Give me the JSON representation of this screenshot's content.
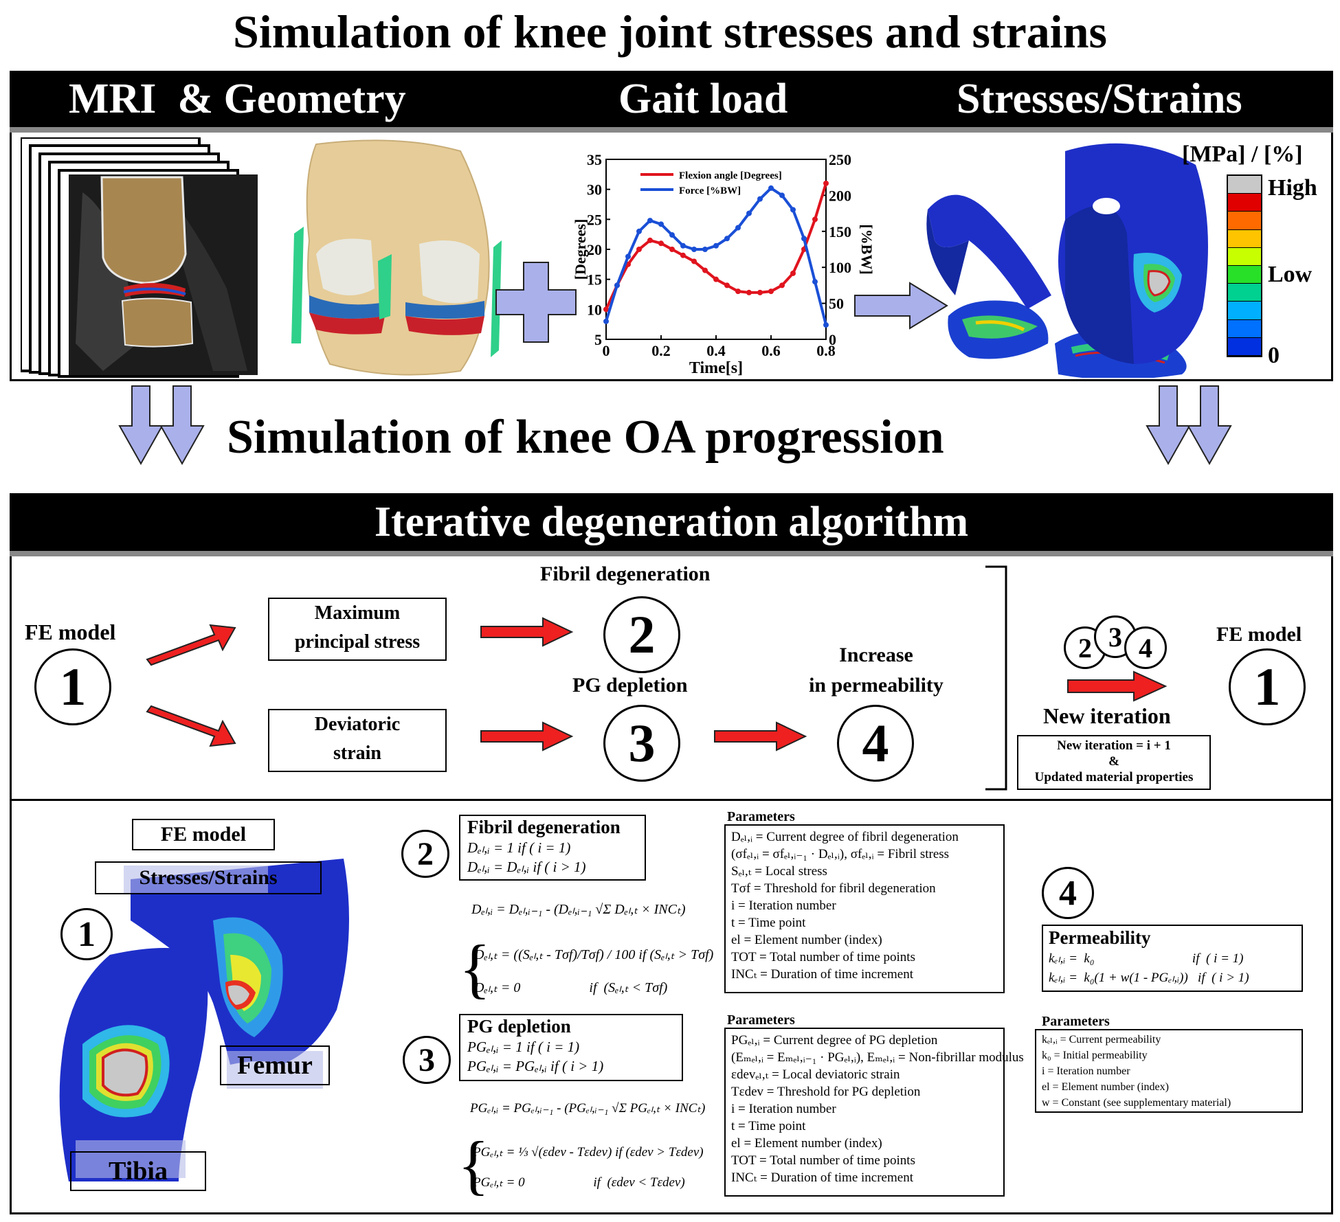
{
  "main_title": "Simulation of knee joint stresses and strains",
  "top_section": {
    "headers": [
      "MRI  & Geometry",
      "Gait load",
      "Stresses/Strains"
    ],
    "chart_data": {
      "type": "line",
      "xlabel": "Time[s]",
      "ylabel_left": "[Degrees]",
      "ylabel_right": "[%BW]",
      "x_ticks": [
        "0",
        "0.2",
        "0.4",
        "0.6",
        "0.8"
      ],
      "y_left_ticks": [
        "5",
        "10",
        "15",
        "20",
        "25",
        "30",
        "35"
      ],
      "y_right_ticks": [
        "0",
        "50",
        "100",
        "150",
        "200",
        "250"
      ],
      "xlim": [
        0,
        0.8
      ],
      "ylim_left": [
        5,
        35
      ],
      "ylim_right": [
        0,
        250
      ],
      "series": [
        {
          "name": "Flexion angle [Degrees]",
          "axis": "left",
          "color": "#e0141e",
          "x": [
            0,
            0.04,
            0.08,
            0.12,
            0.16,
            0.2,
            0.24,
            0.28,
            0.32,
            0.36,
            0.4,
            0.44,
            0.48,
            0.52,
            0.56,
            0.6,
            0.64,
            0.68,
            0.72,
            0.76,
            0.8
          ],
          "y": [
            10,
            14,
            17.5,
            20,
            21.5,
            21,
            20,
            19,
            18,
            16.5,
            15,
            14,
            13,
            12.8,
            12.8,
            13,
            14,
            16,
            20,
            25,
            31
          ]
        },
        {
          "name": "Force [%BW]",
          "axis": "right",
          "color": "#1a4fd6",
          "x": [
            0,
            0.04,
            0.08,
            0.12,
            0.16,
            0.2,
            0.24,
            0.28,
            0.32,
            0.36,
            0.4,
            0.44,
            0.48,
            0.52,
            0.56,
            0.6,
            0.64,
            0.68,
            0.72,
            0.76,
            0.8
          ],
          "y": [
            25,
            75,
            115,
            150,
            165,
            160,
            145,
            130,
            125,
            125,
            130,
            140,
            155,
            175,
            195,
            210,
            200,
            180,
            140,
            80,
            20
          ]
        }
      ]
    },
    "colorbar": {
      "units": "[MPa] / [%]",
      "high": "High",
      "low": "Low",
      "zero": "0",
      "colors": [
        "#c8c8c8",
        "#e00000",
        "#ff6a00",
        "#ffc400",
        "#c8ff00",
        "#28e028",
        "#00d090",
        "#00b0ff",
        "#0070ff",
        "#0030e0"
      ]
    }
  },
  "oa_title": "Simulation of knee OA progression",
  "algorithm": {
    "header": "Iterative degeneration algorithm",
    "fe_model": "FE model",
    "num1": "1",
    "num2": "2",
    "num3": "3",
    "num4": "4",
    "max_stress": [
      "Maximum",
      "principal stress"
    ],
    "dev_strain": [
      "Deviatoric",
      "strain"
    ],
    "fibril_deg": "Fibril degeneration",
    "pg_depletion": "PG depletion",
    "increase_perm": [
      "Increase",
      "in permeability"
    ],
    "new_iteration": "New iteration",
    "new_iteration_box": [
      "New iteration = i  + 1",
      "&",
      "Updated material properties"
    ],
    "fe_model_right": "FE model"
  },
  "bottom": {
    "fe_model": "FE model",
    "stresses_strains": "Stresses/Strains",
    "num1": "1",
    "femur": "Femur",
    "tibia": "Tibia",
    "fibril": {
      "num": "2",
      "title": "Fibril degeneration",
      "eq1": "Dₑₗ,ᵢ = 1      if  ( i = 1)",
      "eq2": "Dₑₗ,ᵢ = Dₑₗ,ᵢ   if  ( i > 1)",
      "formula": "Dₑₗ,ᵢ = Dₑₗ,ᵢ₋₁ - (Dₑₗ,ᵢ₋₁ √Σ Dₑₗ,ₜ × INCₜ)",
      "case1": "Dₑₗ,ₜ = ((Sₑₗ,ₜ - Tσf)/Tσf) / 100     if  (Sₑₗ,ₜ > Tσf)",
      "case2": "Dₑₗ,ₜ = 0                    if  (Sₑₗ,ₜ < Tσf)",
      "params_title": "Parameters",
      "params": [
        "Dₑₗ,ᵢ = Current degree of fibril degeneration",
        "(σfₑₗ,ᵢ = σfₑₗ,ᵢ₋₁ · Dₑₗ,ᵢ),  σfₑₗ,ᵢ = Fibril stress",
        "Sₑₗ,ₜ = Local stress",
        "Tσf = Threshold for fibril degeneration",
        "i = Iteration number",
        "t = Time point",
        "el = Element number (index)",
        "TOT = Total number of time points",
        "INCₜ = Duration of time increment"
      ]
    },
    "pg": {
      "num": "3",
      "title": "PG depletion",
      "eq1": "PGₑₗ,ᵢ = 1         if  ( i = 1)",
      "eq2": "PGₑₗ,ᵢ = PGₑₗ,ᵢ    if  ( i > 1)",
      "formula": "PGₑₗ,ᵢ = PGₑₗ,ᵢ₋₁ - (PGₑₗ,ᵢ₋₁ √Σ PGₑₗ,ₜ × INCₜ)",
      "case1": "PGₑₗ,ₜ = ⅓ √(εdev - Tεdev)      if  (εdev > Tεdev)",
      "case2": "PGₑₗ,ₜ = 0                     if  (εdev < Tεdev)",
      "params_title": "Parameters",
      "params": [
        "PGₑₗ,ᵢ = Current degree of PG depletion",
        "(Eₘₑₗ,ᵢ = Eₘₑₗ,ᵢ₋₁ · PGₑₗ,ᵢ), Eₘₑₗ,ᵢ = Non-fibrillar modulus",
        "εdevₑₗ,ₜ = Local deviatoric strain",
        "Tεdev = Threshold for PG depletion",
        "i = Iteration number",
        "t = Time point",
        "el = Element number (index)",
        "TOT = Total number of time points",
        "INCₜ = Duration of time increment"
      ]
    },
    "perm": {
      "num": "4",
      "title": "Permeability",
      "eq1": "kₑₗ,ᵢ =  k₀                              if  ( i = 1)",
      "eq2": "kₑₗ,ᵢ =  k₀(1 + w(1 - PGₑₗ,ᵢ))   if  ( i > 1)",
      "params_title": "Parameters",
      "params": [
        "kₑₗ,ᵢ =  Current permeability",
        "k₀ = Initial permeability",
        "i = Iteration number",
        "el = Element number (index)",
        "w = Constant (see supplementary material)"
      ]
    }
  }
}
